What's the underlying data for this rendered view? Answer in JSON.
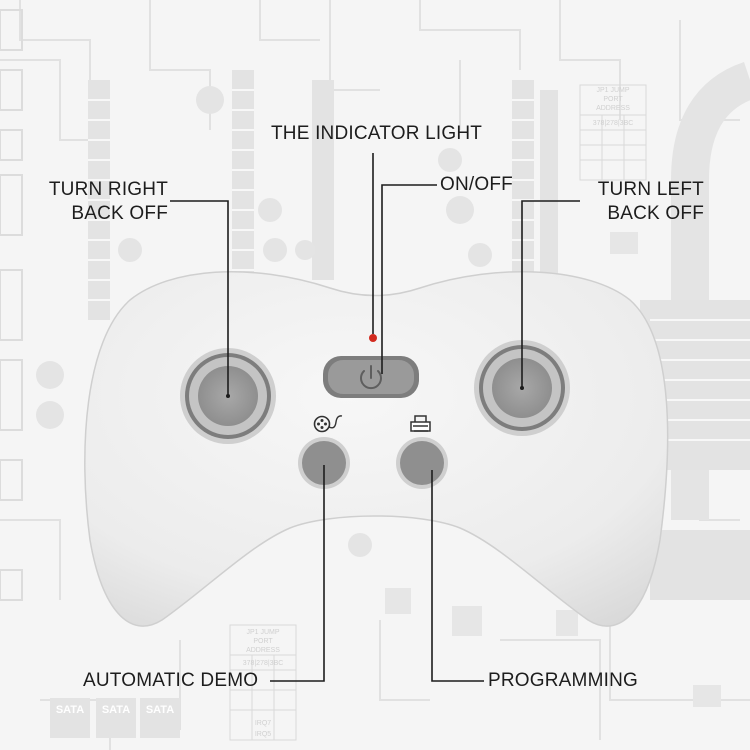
{
  "labels": {
    "indicator_light": "THE INDICATOR LIGHT",
    "on_off": "ON/OFF",
    "turn_right_line1": "TURN RIGHT",
    "turn_right_line2": "BACK OFF",
    "turn_left_line1": "TURN LEFT",
    "turn_left_line2": "BACK OFF",
    "automatic_demo": "AUTOMATIC DEMO",
    "programming": "PROGRAMMING"
  },
  "background": {
    "chip_labels": [
      "SATA",
      "SATA",
      "SATA"
    ],
    "jumper_title": "JP1 JUMP",
    "jumper_sub": "PORT",
    "jumper_sub2": "ADDRESS",
    "jumper_cols": "378|278|3BC",
    "jumper_rows": [
      "IRQ7",
      "IRQ5"
    ]
  },
  "colors": {
    "controller_body": "#eeeeee",
    "button_gray": "#8f8f8f",
    "indicator_red": "#d22a1f",
    "circuit_lines": "#dedede"
  },
  "icons": {
    "on_off": "power-icon",
    "automatic_demo": "film-reel-icon",
    "programming": "printer-icon"
  }
}
